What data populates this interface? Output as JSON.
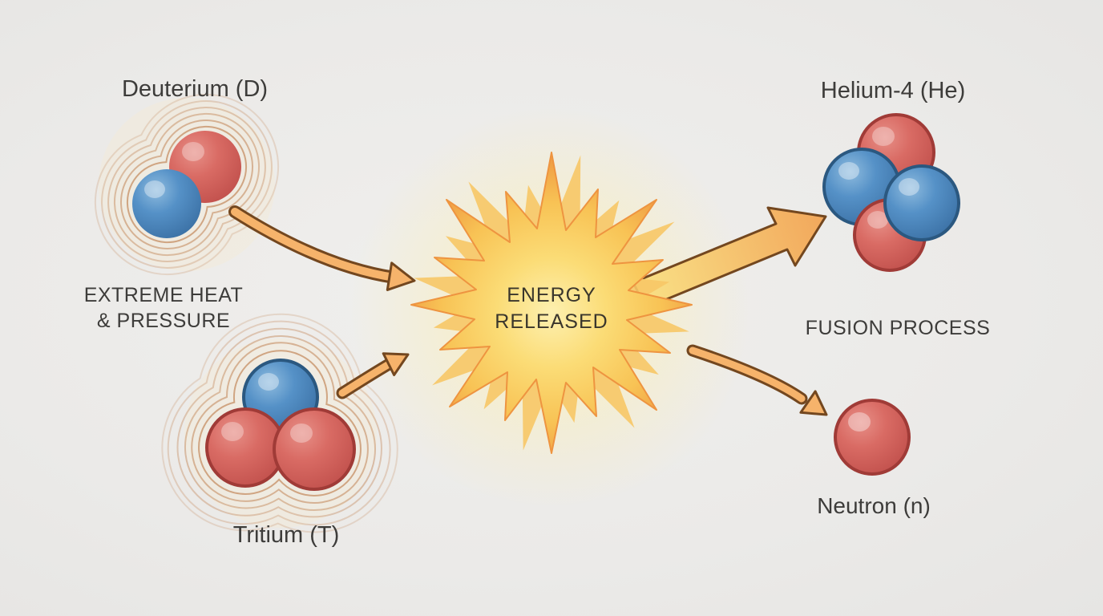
{
  "diagram": {
    "background_color": "#eceae8",
    "text_color": "#3d3c3a",
    "labels": {
      "deuterium": "Deuterium (D)",
      "heat_line1": "EXTREME HEAT",
      "heat_line2": "& PRESSURE",
      "tritium": "Tritium (T)",
      "energy_line1": "ENERGY",
      "energy_line2": "RELEASED",
      "helium": "Helium-4 (He)",
      "fusion_process": "FUSION PROCESS",
      "neutron": "Neutron (n)"
    },
    "colors": {
      "red_particle": "#d96b64",
      "red_particle_border": "#a03b37",
      "blue_particle": "#5591c7",
      "blue_particle_border": "#2b5880",
      "arrow_fill": "#f6b36b",
      "arrow_outline": "#73471f",
      "burst_tip_orange": "#f09b44",
      "burst_center_yellow": "#fdefae",
      "ring_line": "#c8936a"
    },
    "particles": {
      "deuterium": {
        "red_spheres": 1,
        "blue_spheres": 1
      },
      "tritium": {
        "red_spheres": 2,
        "blue_spheres": 1
      },
      "helium4": {
        "red_spheres": 2,
        "blue_spheres": 2
      },
      "neutron": {
        "red_spheres": 1
      }
    }
  }
}
